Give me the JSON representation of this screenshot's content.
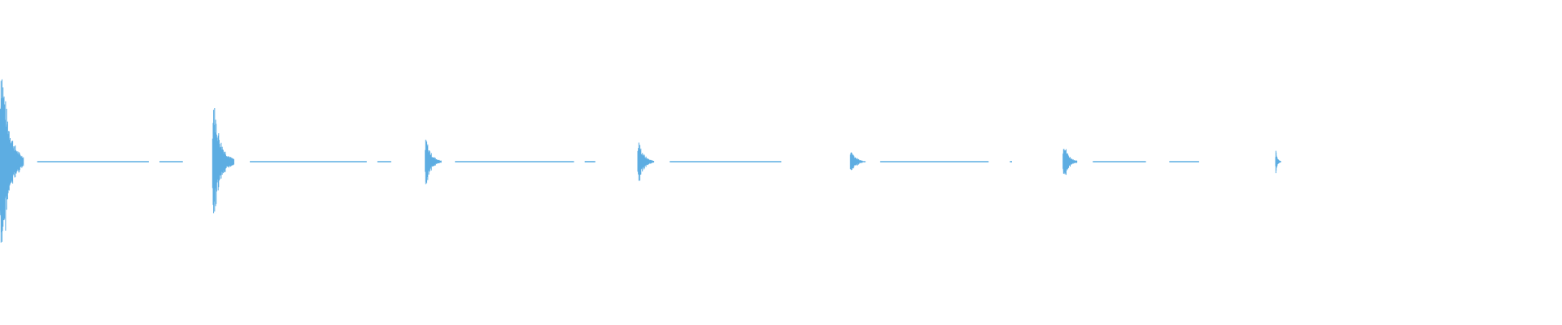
{
  "waveform": {
    "color": "#5dade2",
    "background": "#ffffff",
    "total_duration": 15.0,
    "onsets": [
      {
        "time": 0.0,
        "peak_amplitude": 0.7,
        "decay": 0.22
      },
      {
        "time": 2.0,
        "peak_amplitude": 0.4,
        "decay": 0.2
      },
      {
        "time": 4.0,
        "peak_amplitude": 0.16,
        "decay": 0.15
      },
      {
        "time": 6.0,
        "peak_amplitude": 0.14,
        "decay": 0.15
      },
      {
        "time": 8.0,
        "peak_amplitude": 0.08,
        "decay": 0.14
      },
      {
        "time": 10.0,
        "peak_amplitude": 0.14,
        "decay": 0.13
      },
      {
        "time": 12.0,
        "peak_amplitude": 0.07,
        "decay": 0.05
      }
    ],
    "tail_segments": [
      {
        "start": 0.35,
        "end": 1.4
      },
      {
        "start": 1.5,
        "end": 1.72
      },
      {
        "start": 2.35,
        "end": 3.45
      },
      {
        "start": 3.55,
        "end": 3.68
      },
      {
        "start": 4.28,
        "end": 5.4
      },
      {
        "start": 5.5,
        "end": 5.6
      },
      {
        "start": 6.3,
        "end": 7.35
      },
      {
        "start": 8.28,
        "end": 9.3
      },
      {
        "start": 9.5,
        "end": 9.52
      },
      {
        "start": 10.28,
        "end": 10.78
      },
      {
        "start": 11.0,
        "end": 11.28
      }
    ]
  }
}
